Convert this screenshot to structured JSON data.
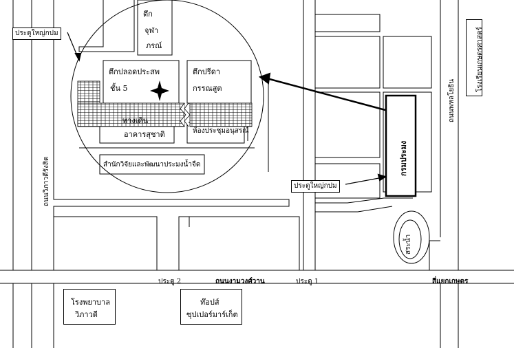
{
  "labels": {
    "main_gate_top": "ประตูใหญ่กปม",
    "main_gate_right": "ประตูใหญ่กปม",
    "chupha_1": "ตึก",
    "chupha_2": "จุฬา",
    "chupha_3": "ภรณ์",
    "plodprasob_1": "ตึกปลอดประสพ",
    "plodprasob_2": "ชั้น 5",
    "preeda_1": "ตึกปรีดา",
    "preeda_2": "กรรณสูต",
    "corridor": "ทางเดิน",
    "suchad": "อาคารสุชาติ",
    "meeting_room": "ห้องประชุมอนุสรณ์",
    "research": "สำนักวิจัยและพัฒนาประมงน้ำจืด",
    "department": "กรมประมง",
    "pond": "สระน้ำ",
    "road_vibhavadi": "ถนนวิภาวดีรังสิต",
    "road_phaholyothin": "ถนนพหลโยธิน",
    "school": "โรงเรียนเกษตรศาสตร์",
    "gate_2": "ประตู 2",
    "road_ngamwongwan": "ถนนงามวงศ์วาน",
    "gate_1": "ประตู 1",
    "kaset": "สี่แยกเกษตร",
    "hospital_1": "โรงพยาบาล",
    "hospital_2": "วิภาวดี",
    "tops_1": "ท๊อปส์",
    "tops_2": "ซุปเปอร์มาร์เก็ต"
  }
}
